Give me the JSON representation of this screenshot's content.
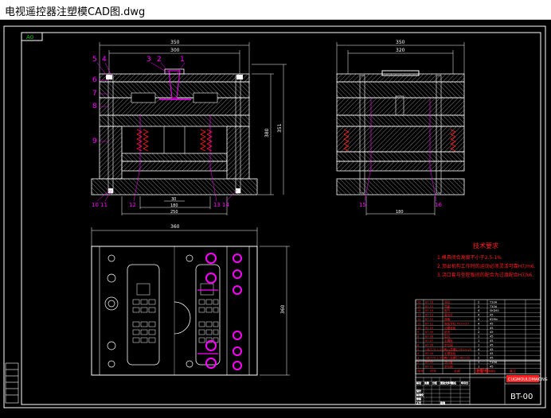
{
  "window": {
    "title": "电视遥控器注塑模CAD图.dwg"
  },
  "sheet": {
    "size_tag": "A0"
  },
  "callouts": {
    "top": [
      "5",
      "4",
      "3",
      "2",
      "1"
    ],
    "left": [
      "6",
      "7",
      "8",
      "9"
    ],
    "bottom_left": [
      "10",
      "11",
      "12",
      "13",
      "14"
    ],
    "side_bottom": [
      "15",
      "16"
    ]
  },
  "dimensions": {
    "front_width": "350",
    "front_inner": "300",
    "front_height_1": "380",
    "front_height_2": "351",
    "front_bottom_1": "30",
    "front_bottom_2": "180",
    "front_bottom_3": "250",
    "side_width": "350",
    "side_inner": "320",
    "side_bottom": "180",
    "plan_width": "360",
    "plan_height": "360"
  },
  "notes": {
    "title": "技术要求",
    "items": [
      "1.模具闭合高度不小于2.5-1%",
      "2.顶出机构工作时的运动必须灵活可靠H7/m6.",
      "3.浇口套与型腔板间的配合为过渡配合H7/k6."
    ]
  },
  "bom": {
    "rows": [
      [
        "16",
        "BT-16",
        "导柱",
        "2",
        "T10A"
      ],
      [
        "15",
        "BT-15",
        "导套",
        "2",
        "T10A"
      ],
      [
        "14",
        "BT-14",
        "推杆",
        "4",
        "SKD61"
      ],
      [
        "13",
        "BT-13",
        "复位杆",
        "4",
        "45"
      ],
      [
        "12",
        "BT-12",
        "弹簧",
        "4",
        "65Mn"
      ],
      [
        "11",
        "BT-11",
        "推板导柱 M10×25",
        "4",
        "45"
      ],
      [
        "10",
        "BT-10",
        "动模座板",
        "1",
        "45"
      ],
      [
        "9",
        "BT-09",
        "垫块",
        "2",
        "45"
      ],
      [
        "8",
        "BT-08",
        "型芯",
        "1",
        "45"
      ],
      [
        "7",
        "BT-07",
        "定模板",
        "1",
        "45"
      ],
      [
        "6",
        "BT-06",
        "定位圈",
        "1",
        "45"
      ],
      [
        "5",
        "GB/T70.1-2000",
        "内六角螺钉 M10×25",
        "4",
        "45"
      ],
      [
        "4",
        "BT-04",
        "定模座板",
        "1",
        "45"
      ],
      [
        "3",
        "GB/T70.1-2000",
        "内六角螺钉 M6×25",
        "2",
        "45"
      ],
      [
        "2",
        "BT-02",
        "浇口套",
        "1",
        "T10A"
      ],
      [
        "1",
        "BT-01",
        "定位圈",
        "1",
        "45"
      ]
    ],
    "header": [
      "序号",
      "代号",
      "名称",
      "数量",
      "材料",
      "备注"
    ]
  },
  "titleblock": {
    "name": "注塑模",
    "org": "CUGMOULDMAKING",
    "drawing_no": "BT-00",
    "labels": [
      "标记",
      "处数",
      "分区",
      "更改文件号",
      "签名",
      "年月日",
      "设计",
      "标准化",
      "审核",
      "工艺",
      "批准"
    ]
  },
  "colors": {
    "line": "#ffffff",
    "magenta": "#ff00ff",
    "red": "#ff2020",
    "green": "#00cc00",
    "hatch": "#aaaaaa"
  }
}
